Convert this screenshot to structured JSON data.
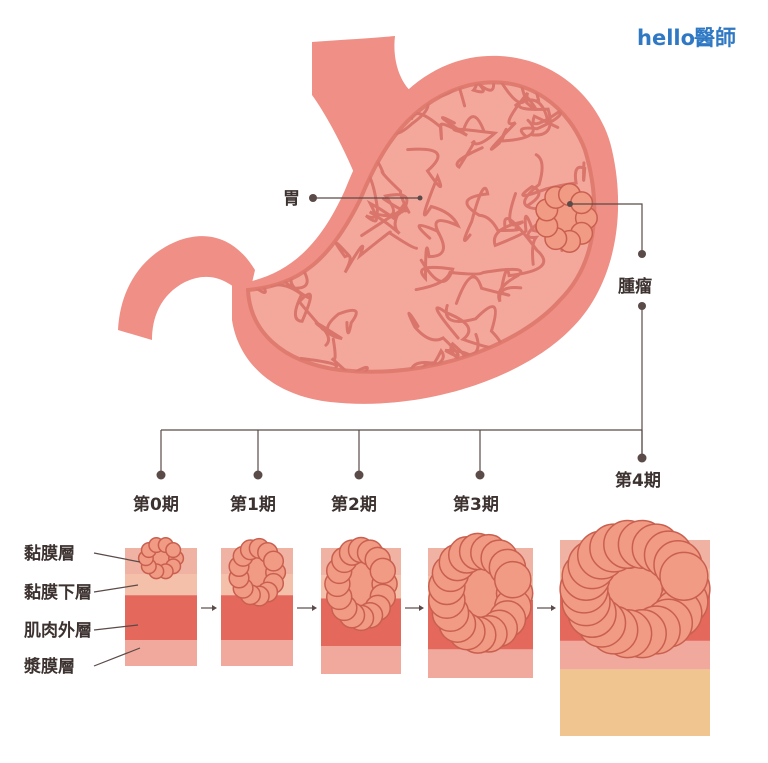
{
  "brand": {
    "latin": "hello",
    "cjk": "醫師"
  },
  "labels": {
    "stomach": "胃",
    "tumor": "腫瘤"
  },
  "stages": [
    "第0期",
    "第1期",
    "第2期",
    "第3期",
    "第4期"
  ],
  "layers": [
    "黏膜層",
    "黏膜下層",
    "肌肉外層",
    "漿膜層"
  ],
  "colors": {
    "stomach_outer": "#ef8f85",
    "stomach_inner": "#f4a89c",
    "rugae": "#d9756b",
    "mucosa": "#f0b2a3",
    "submucosa": "#f5c0aa",
    "muscle": "#e4685c",
    "serosa": "#f0a99c",
    "tumor": "#f19a84",
    "tumor_edge": "#c9604f",
    "fat": "#f1c58f",
    "brand": "#2f79c4",
    "line": "#5a4a48"
  }
}
